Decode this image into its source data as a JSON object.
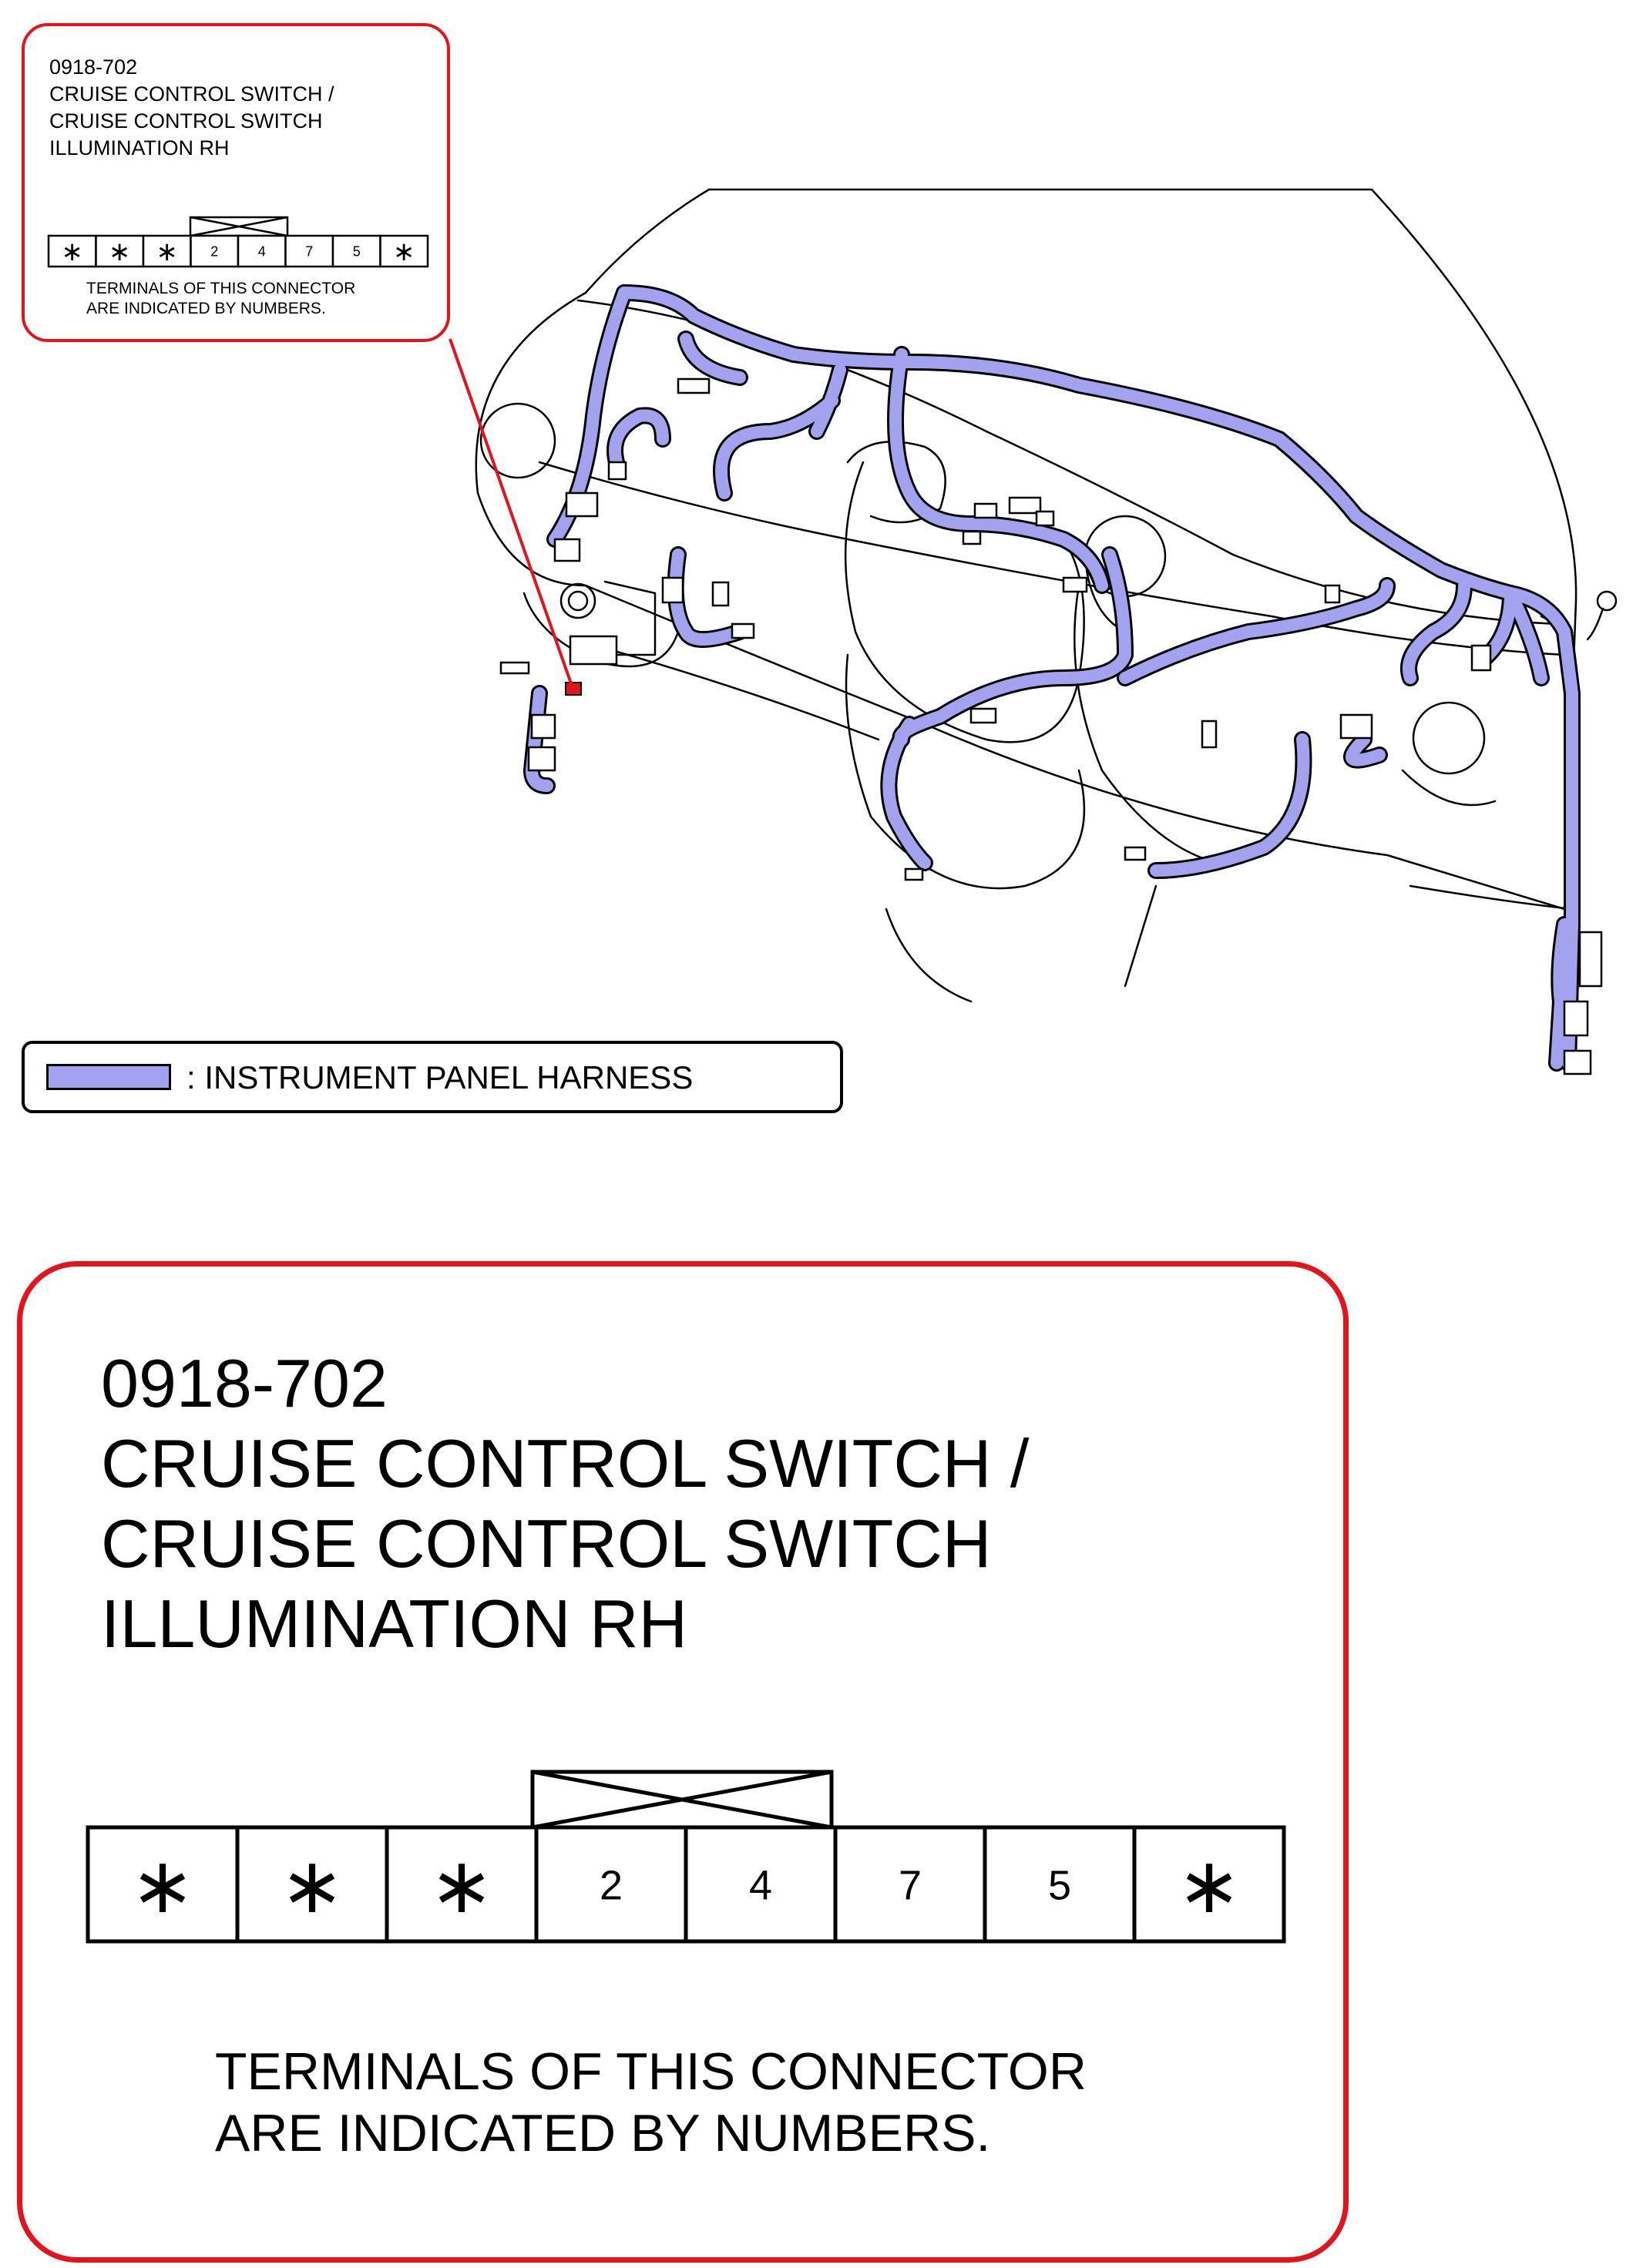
{
  "connector": {
    "code": "0918-702",
    "title": "0918-702\nCRUISE CONTROL SWITCH /\nCRUISE CONTROL SWITCH\nILLUMINATION RH",
    "terminals": [
      "∗",
      "∗",
      "∗",
      "2",
      "4",
      "7",
      "5",
      "∗"
    ],
    "note": "TERMINALS OF THIS CONNECTOR\nARE INDICATED BY NUMBERS."
  },
  "legend": {
    "label": ": INSTRUMENT PANEL HARNESS",
    "harness_color": "#a2a2ee"
  },
  "colors": {
    "callout_border": "#e4141c",
    "highlight_connector": "#e4141c",
    "line": "#000000"
  }
}
